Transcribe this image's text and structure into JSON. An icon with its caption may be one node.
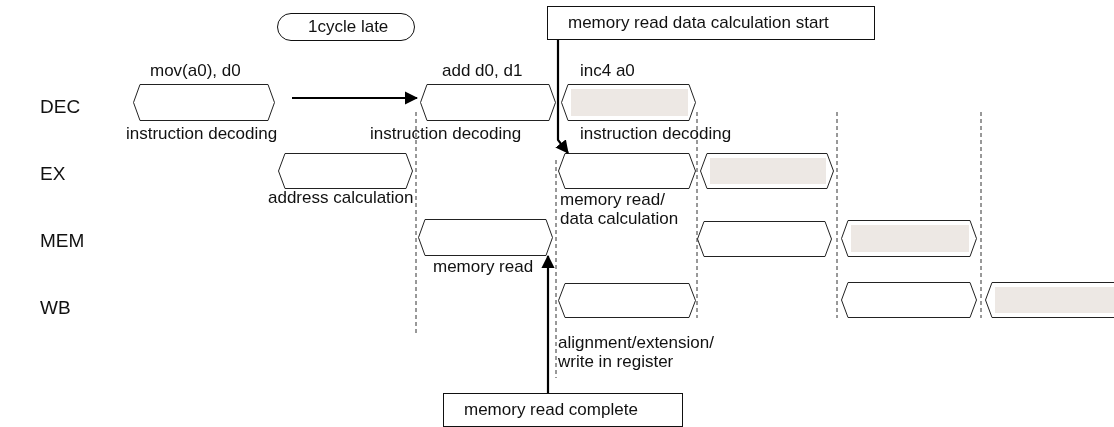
{
  "diagram": {
    "nodes": [
      {
        "text": [
          "1cycle late"
        ]
      },
      {
        "text": [
          "memory read data calculation start"
        ]
      },
      {
        "text": [
          "memory read complete"
        ]
      },
      {
        "text": [],
        "shape": "hexagon",
        "beside": [
          "mov(a0), d0",
          "instruction decoding"
        ]
      },
      {
        "text": [],
        "shape": "hexagon",
        "beside": [
          "add d0, d1",
          "instruction decoding"
        ]
      },
      {
        "text": [],
        "shape": "hexagon",
        "beside": [
          "inc4 a0",
          "instruction decoding"
        ]
      },
      {
        "text": [],
        "shape": "hexagon",
        "beside": [
          "address calculation"
        ]
      },
      {
        "text": [],
        "shape": "hexagon",
        "beside": [
          "memory read/ data calculation"
        ]
      },
      {
        "text": [],
        "shape": "hexagon"
      },
      {
        "text": [],
        "shape": "hexagon",
        "beside": [
          "memory read"
        ]
      },
      {
        "text": [],
        "shape": "hexagon"
      },
      {
        "text": [],
        "shape": "hexagon"
      },
      {
        "text": [],
        "shape": "hexagon",
        "beside": [
          "alignment/extension/ write in register"
        ]
      },
      {
        "text": [],
        "shape": "hexagon"
      },
      {
        "text": [],
        "shape": "hexagon"
      }
    ],
    "edges": [
      {
        "from": 3,
        "to": 4,
        "arrow": "to"
      },
      {
        "from": 1,
        "to": 7,
        "arrow": "to"
      },
      {
        "from": 2,
        "to": 9,
        "arrow": "to"
      }
    ],
    "labels": [
      "DEC",
      "EX",
      "MEM",
      "WB"
    ]
  }
}
